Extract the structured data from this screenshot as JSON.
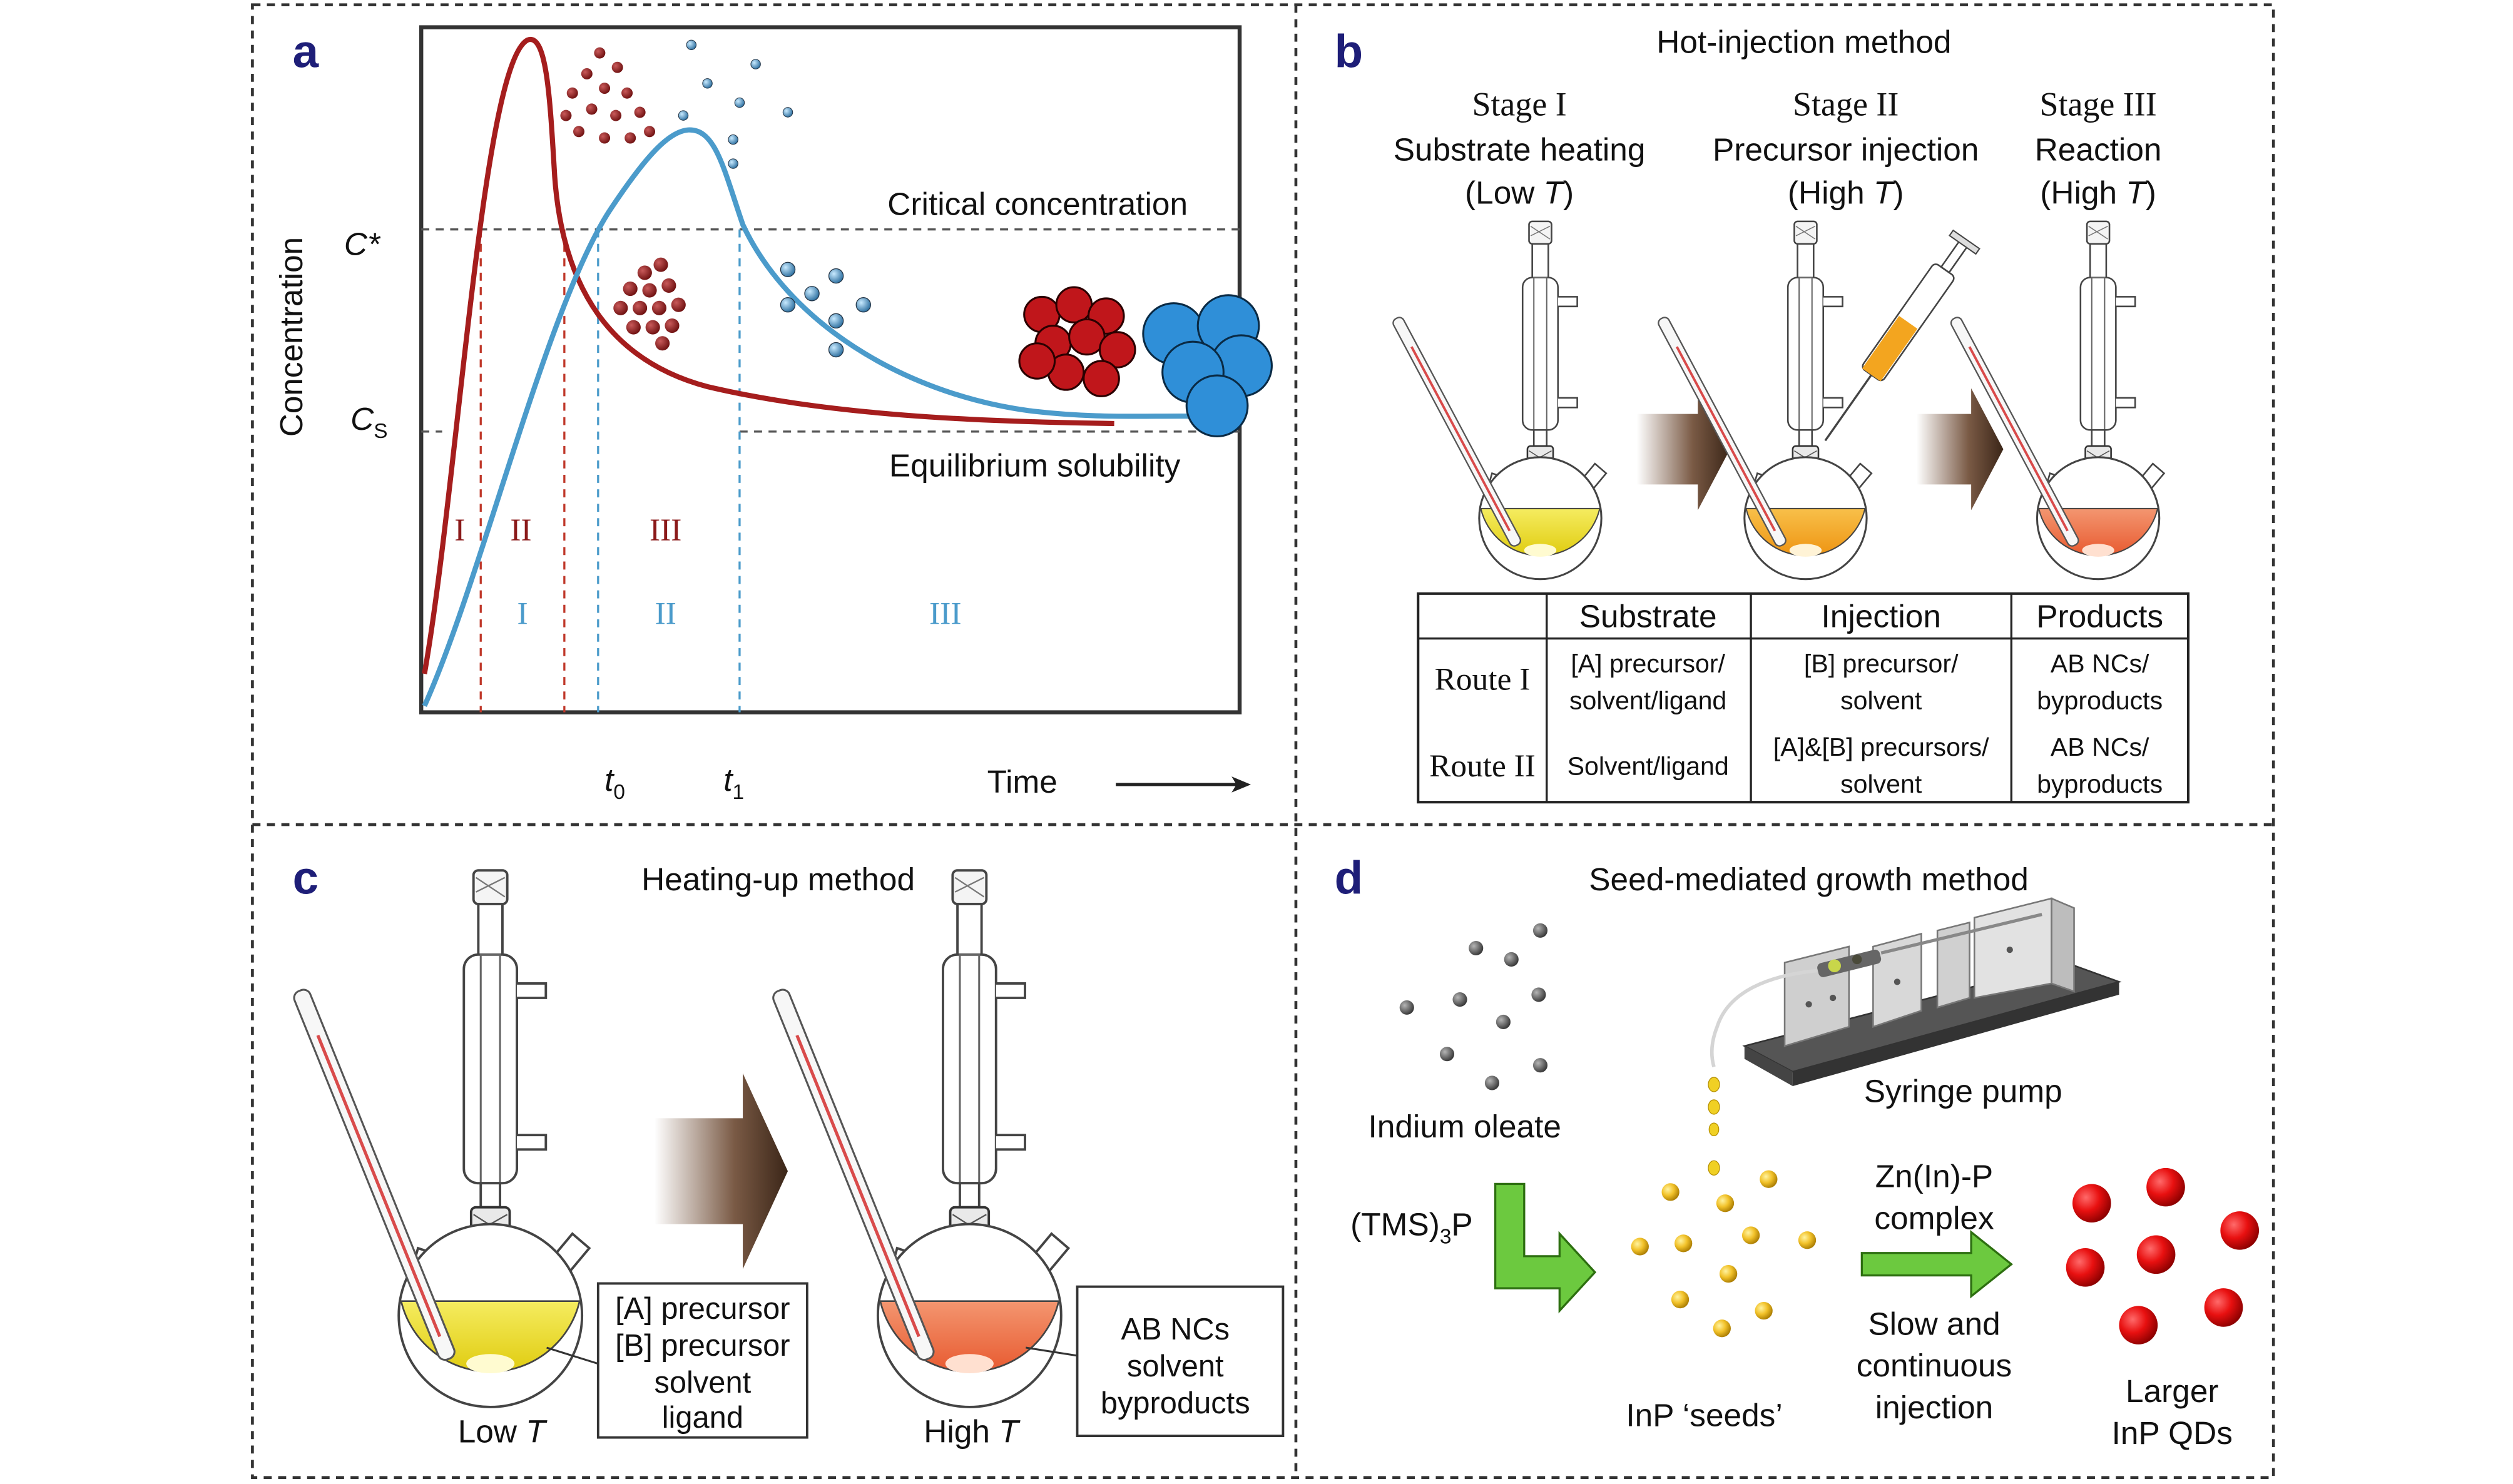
{
  "colors": {
    "red_curve": "#a51d1d",
    "blue_curve": "#4b9bcb",
    "red_particle": "#c0161b",
    "blue_particle": "#2f8fd8",
    "panel_label": "#1e1e78",
    "yellow_solution": "#efe23a",
    "orange_solution": "#f3a51f",
    "red_orange_solution": "#ee6d42",
    "green_arrow": "#6cc93f",
    "gold_seed": "#f2c22a",
    "grey_dot": "#555555"
  },
  "panel_a": {
    "label": "a",
    "y_axis_label": "Concentration",
    "c_star": "C*",
    "c_s_main": "C",
    "c_s_sub": "S",
    "critical_label": "Critical concentration",
    "equilibrium_label": "Equilibrium solubility",
    "red_stages": [
      "I",
      "II",
      "III"
    ],
    "blue_stages": [
      "I",
      "II",
      "III"
    ],
    "t0_main": "t",
    "t0_sub": "0",
    "t1_main": "t",
    "t1_sub": "1",
    "time_label": "Time"
  },
  "panel_b": {
    "label": "b",
    "title": "Hot-injection method",
    "stages": [
      {
        "line1": "Stage I",
        "line2": "Substrate heating",
        "line3_pre": "(Low ",
        "line3_var": "T",
        "line3_post": ")"
      },
      {
        "line1": "Stage II",
        "line2": "Precursor injection",
        "line3_pre": "(High ",
        "line3_var": "T",
        "line3_post": ")"
      },
      {
        "line1": "Stage III",
        "line2": "Reaction",
        "line3_pre": "(High ",
        "line3_var": "T",
        "line3_post": ")"
      }
    ],
    "table": {
      "headers": [
        "",
        "Substrate",
        "Injection",
        "Products"
      ],
      "rows": [
        {
          "route": "Route I",
          "substrate": [
            "[A] precursor/",
            "solvent/ligand"
          ],
          "injection": [
            "[B] precursor/",
            "solvent"
          ],
          "products": [
            "AB NCs/",
            "byproducts"
          ]
        },
        {
          "route": "Route II",
          "substrate": [
            "Solvent/ligand"
          ],
          "injection": [
            "[A]&[B] precursors/",
            "solvent"
          ],
          "products": [
            "AB NCs/",
            "byproducts"
          ]
        }
      ]
    }
  },
  "panel_c": {
    "label": "c",
    "title": "Heating-up method",
    "left_box": [
      "[A] precursor",
      "[B] precursor",
      "solvent",
      "ligand"
    ],
    "right_box": [
      "AB NCs",
      "solvent",
      "byproducts"
    ],
    "left_caption_pre": "Low ",
    "left_caption_var": "T",
    "right_caption_pre": "High ",
    "right_caption_var": "T"
  },
  "panel_d": {
    "label": "d",
    "title": "Seed-mediated growth method",
    "indium_oleate": "Indium oleate",
    "syringe_pump": "Syringe pump",
    "tms_pre": "(TMS)",
    "tms_sub": "3",
    "tms_post": "P",
    "complex": [
      "Zn(In)-P",
      "complex"
    ],
    "injection_text": [
      "Slow and",
      "continuous",
      "injection"
    ],
    "seeds": "InP ‘seeds’",
    "larger": [
      "Larger",
      "InP QDs"
    ]
  }
}
